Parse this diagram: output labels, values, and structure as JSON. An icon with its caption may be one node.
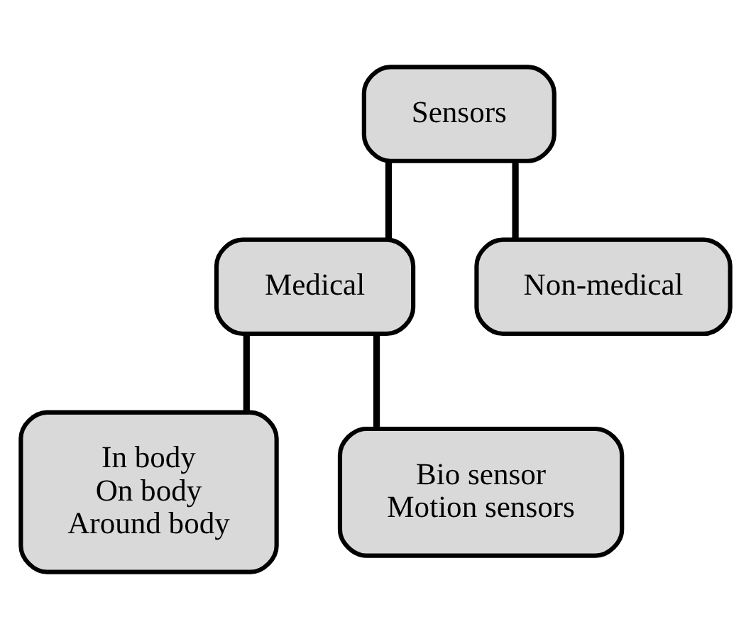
{
  "diagram": {
    "nodes": [
      {
        "text": [
          "Sensors"
        ]
      },
      {
        "text": [
          "Medical"
        ]
      },
      {
        "text": [
          "Non-medical"
        ]
      },
      {
        "text": [
          "In body",
          "On body",
          "Around body"
        ]
      },
      {
        "text": [
          "Bio sensor",
          "Motion sensors"
        ]
      }
    ],
    "edges": [
      {
        "from": 0,
        "to": 1,
        "arrow": "none"
      },
      {
        "from": 0,
        "to": 2,
        "arrow": "none"
      },
      {
        "from": 1,
        "to": 3,
        "arrow": "none"
      },
      {
        "from": 1,
        "to": 4,
        "arrow": "none"
      }
    ]
  }
}
